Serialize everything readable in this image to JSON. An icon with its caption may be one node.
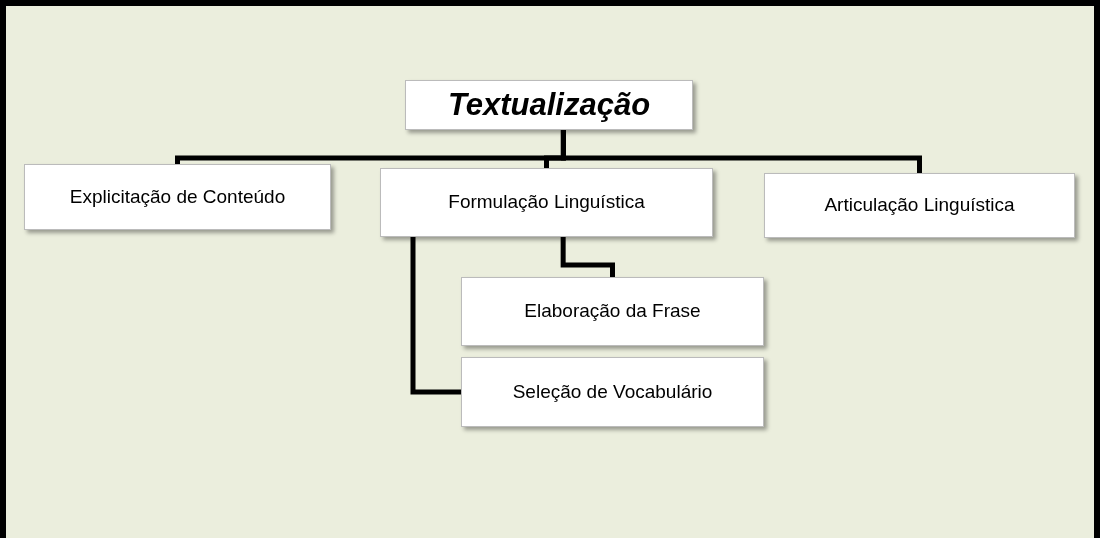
{
  "diagram": {
    "nodes": [
      {
        "text": [
          "Textualização"
        ]
      },
      {
        "text": [
          "Explicitação de Conteúdo"
        ]
      },
      {
        "text": [
          "Formulação Linguística"
        ]
      },
      {
        "text": [
          "Articulação Linguística"
        ]
      },
      {
        "text": [
          "Elaboração da Frase"
        ]
      },
      {
        "text": [
          "Seleção de Vocabulário"
        ]
      }
    ],
    "edges": [
      {
        "from": 0,
        "to": 1,
        "arrow": "none"
      },
      {
        "from": 0,
        "to": 2,
        "arrow": "none"
      },
      {
        "from": 0,
        "to": 3,
        "arrow": "none"
      },
      {
        "from": 2,
        "to": 4,
        "arrow": "none"
      },
      {
        "from": 2,
        "to": 5,
        "arrow": "none"
      }
    ]
  }
}
